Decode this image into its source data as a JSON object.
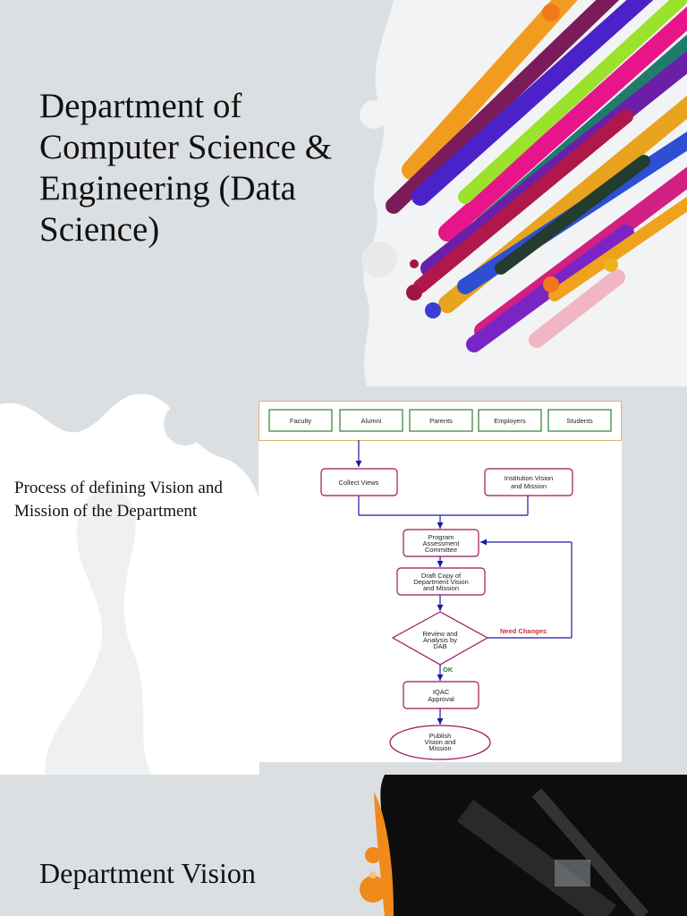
{
  "slide1": {
    "title": "Department of Computer Science & Engineering (Data Science)"
  },
  "slide2": {
    "caption": "Process of defining Vision and Mission of the Department",
    "flowchart": {
      "stakeholders": [
        "Faculty",
        "Alumni",
        "Parents",
        "Employers",
        "Students"
      ],
      "collect_views": "Collect Views",
      "institution_vision": [
        "Institution Vision",
        "and Mission"
      ],
      "pac": [
        "Program",
        "Assessment",
        "Committee"
      ],
      "draft": [
        "Draft Copy of",
        "Department Vision",
        "and Mission"
      ],
      "review": [
        "Review and",
        "Analysis by",
        "DAB"
      ],
      "need_changes": "Need Changes",
      "ok": "OK",
      "iqac": [
        "IQAC",
        "Approval"
      ],
      "publish": [
        "Publish",
        "Vision and",
        "Mission"
      ]
    }
  },
  "slide3": {
    "title": "Department Vision"
  },
  "colors": {
    "box_border_green": "#2e7d32",
    "box_border_magenta": "#9c1458",
    "arrow_blue": "#1a1aa6",
    "need_changes_red": "#d32f2f",
    "ok_green": "#2e7d32"
  }
}
